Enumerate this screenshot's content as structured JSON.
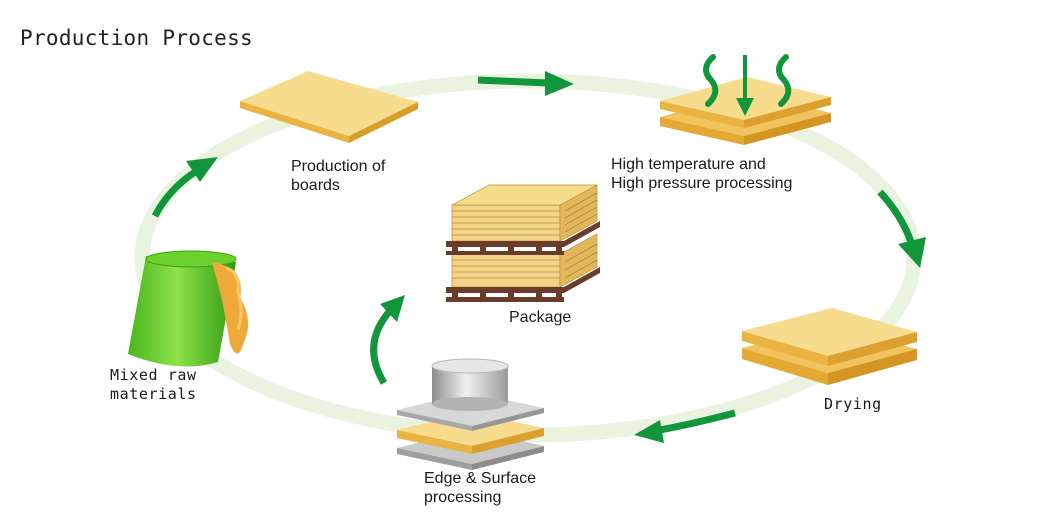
{
  "title": "Production Process",
  "steps": {
    "raw": {
      "line1": "Mixed raw",
      "line2": "materials"
    },
    "boards": {
      "line1": "Production of",
      "line2": "boards"
    },
    "pressing": {
      "line1": "High temperature and",
      "line2": "High pressure processing"
    },
    "drying": {
      "line1": "Drying"
    },
    "edge": {
      "line1": "Edge & Surface",
      "line2": "processing"
    },
    "package": {
      "line1": "Package"
    }
  },
  "colors": {
    "arrow": "#12963c",
    "ring": "#eaf3df",
    "board_top": "#f7dc8e",
    "board_side": "#e4b040",
    "pallet": "#6b3c2c"
  }
}
